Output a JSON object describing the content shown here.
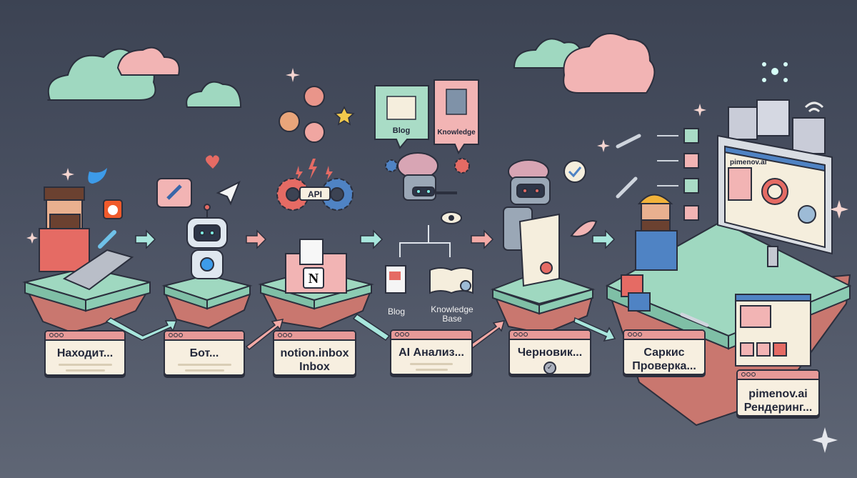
{
  "steps": [
    {
      "label": "Находит..."
    },
    {
      "label": "Бот..."
    },
    {
      "label": "notion.inbox",
      "label2": "Inbox"
    },
    {
      "label": "AI Анализ..."
    },
    {
      "label": "Черновик..."
    },
    {
      "label": "Саркис",
      "label2": "Проверка..."
    },
    {
      "label": "pimenov.ai",
      "label2": "Рендеринг..."
    }
  ],
  "illustration": {
    "api_label": "API",
    "bubble_blog": "Blog",
    "bubble_knowledge": "Knowledge",
    "output_blog": "Blog",
    "output_knowledge": "Knowledge Base",
    "monitor_site": "pimenov.ai"
  },
  "colors": {
    "background": "#4a5162",
    "island_top": "#9fd8c0",
    "island_rock": "#c9776f",
    "card": "#f7efe0",
    "card_bar": "#e79a98",
    "arrow_mint": "#a8e6dc",
    "arrow_pink": "#f3aaa6"
  }
}
